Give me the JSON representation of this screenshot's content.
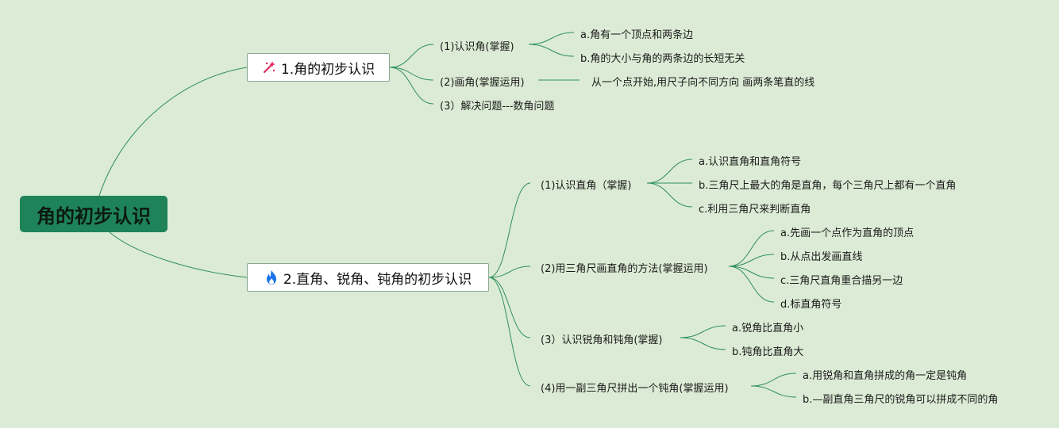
{
  "root": {
    "label": "角的初步认识"
  },
  "branches": [
    {
      "label": "1.角的初步认识",
      "icon": "sparkle-icon",
      "children": [
        {
          "label": "(1)认识角(掌握)",
          "leaves": [
            "a.角有一个顶点和两条边",
            "b.角的大小与角的两条边的长短无关"
          ]
        },
        {
          "label": "(2)画角(掌握运用)",
          "leaves": [
            "从一个点开始,用尺子向不同方向 画两条笔直的线"
          ]
        },
        {
          "label": "(3）解决问题---数角问题",
          "leaves": []
        }
      ]
    },
    {
      "label": "2.直角、锐角、钝角的初步认识",
      "icon": "fire-icon",
      "children": [
        {
          "label": "(1)认识直角（掌握)",
          "leaves": [
            "a.认识直角和直角符号",
            "b.三角尺上最大的角是直角，每个三角尺上都有一个直角",
            "c.利用三角尺来判断直角"
          ]
        },
        {
          "label": "(2)用三角尺画直角的方法(掌握运用)",
          "leaves": [
            "a.先画一个点作为直角的顶点",
            "b.从点出发画直线",
            "c.三角尺直角重合描另一边",
            "d.标直角符号"
          ]
        },
        {
          "label": "(3）认识锐角和钝角(掌握)",
          "leaves": [
            "a.锐角比直角小",
            "b.钝角比直角大"
          ]
        },
        {
          "label": "(4)用一副三角尺拼出一个钝角(掌握运用)",
          "leaves": [
            "a.用锐角和直角拼成的角一定是钝角",
            "b.—副直角三角尺的锐角可以拼成不同的角"
          ]
        }
      ]
    }
  ],
  "colors": {
    "background": "#dcebd5",
    "root_fill": "#1e8359",
    "edge": "#2e8f5d",
    "sparkle": "#e0245e",
    "fire": "#1a73e8"
  }
}
